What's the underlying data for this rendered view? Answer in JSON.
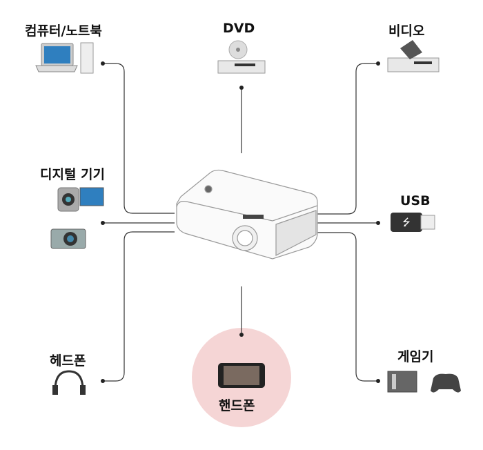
{
  "center": {
    "device": "projector"
  },
  "devices": [
    {
      "id": "computer",
      "label": "컴퓨터/노트북",
      "icon": "laptop-desktop-icon"
    },
    {
      "id": "dvd",
      "label": "DVD",
      "icon": "dvd-player-icon"
    },
    {
      "id": "video",
      "label": "비디오",
      "icon": "vcr-icon"
    },
    {
      "id": "digital",
      "label": "디지털 기기",
      "icon": "camera-icon"
    },
    {
      "id": "usb",
      "label": "USB",
      "icon": "usb-drive-icon"
    },
    {
      "id": "headphone",
      "label": "헤드폰",
      "icon": "headphones-icon"
    },
    {
      "id": "phone",
      "label": "핸드폰",
      "icon": "smartphone-icon"
    },
    {
      "id": "game",
      "label": "게임기",
      "icon": "game-console-icon"
    }
  ],
  "colors": {
    "highlight": "#f5d5d5",
    "line": "#333333"
  }
}
